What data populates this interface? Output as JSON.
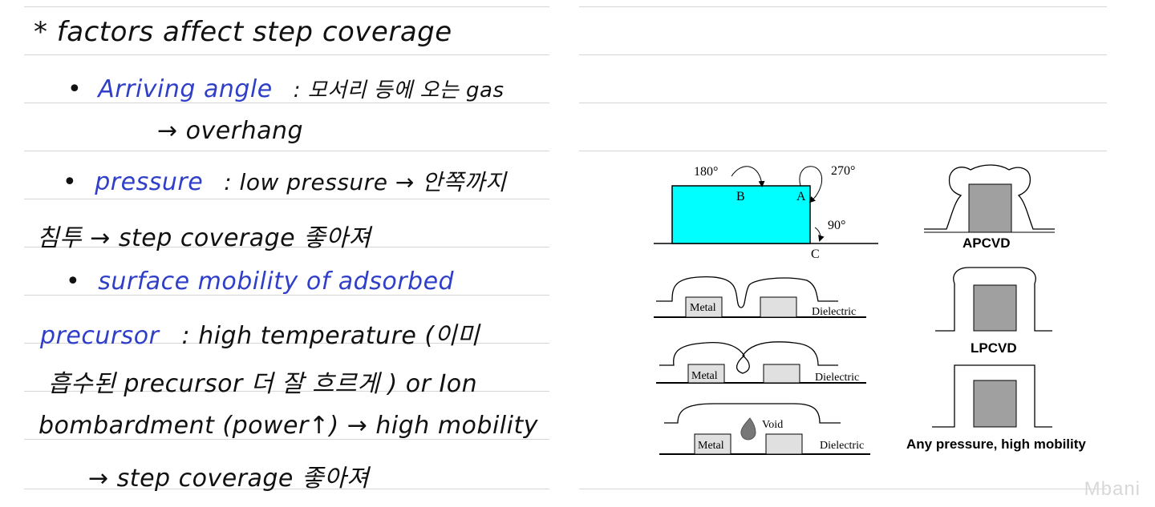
{
  "notes": {
    "line1": "* factors affect step coverage",
    "bullet1_term": "Arriving angle",
    "bullet1_rest": ": 모서리 등에 오는 gas",
    "line3": "→ overhang",
    "bullet2_term": "pressure",
    "bullet2_rest": ": low pressure → 안쪽까지",
    "line5": "침투 → step coverage 좋아져",
    "bullet3_term": "surface mobility of adsorbed",
    "line7_term": "precursor",
    "line7_rest": ": high temperature (이미",
    "line8": "흡수된 precursor 더 잘 흐르게 ) or Ion",
    "line9": "bombardment (power↑) → high mobility",
    "line10": "→ step coverage 좋아져",
    "bullet_symbol": "•"
  },
  "diagram": {
    "angle_180": "180°",
    "angle_270": "270°",
    "angle_90": "90°",
    "label_b": "B",
    "label_a": "A",
    "label_c": "C",
    "metal": "Metal",
    "dielectric": "Dielectric",
    "void": "Void",
    "apcvd": "APCVD",
    "lpcvd": "LPCVD",
    "any_pressure": "Any pressure, high mobility",
    "colors": {
      "block": "#00ffff",
      "pad": "#e0e0e0",
      "cvd_block": "#a0a0a0",
      "void": "#777777"
    }
  },
  "watermark": "Mbani"
}
